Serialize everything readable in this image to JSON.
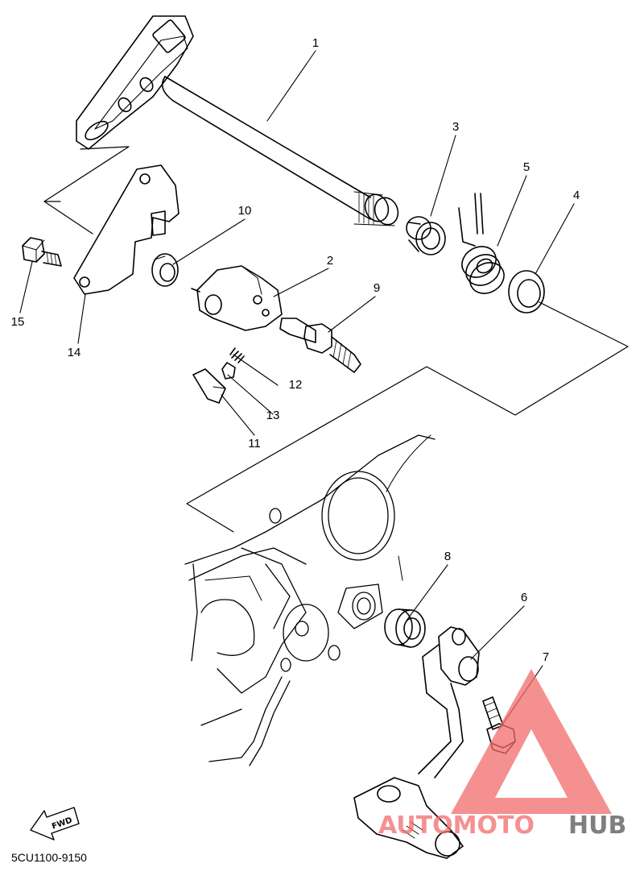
{
  "callouts": [
    {
      "id": "1",
      "label": "1"
    },
    {
      "id": "2",
      "label": "2"
    },
    {
      "id": "3",
      "label": "3"
    },
    {
      "id": "4",
      "label": "4"
    },
    {
      "id": "5",
      "label": "5"
    },
    {
      "id": "6",
      "label": "6"
    },
    {
      "id": "7",
      "label": "7"
    },
    {
      "id": "8",
      "label": "8"
    },
    {
      "id": "9",
      "label": "9"
    },
    {
      "id": "10",
      "label": "10"
    },
    {
      "id": "11",
      "label": "11"
    },
    {
      "id": "12",
      "label": "12"
    },
    {
      "id": "13",
      "label": "13"
    },
    {
      "id": "14",
      "label": "14"
    },
    {
      "id": "15",
      "label": "15"
    }
  ],
  "diagram_code": "5CU1100-9150",
  "fwd_arrow_label": "FWD",
  "watermark": {
    "part1": "AUTOMOTO",
    "part2": "HUB",
    "color_primary": "#f26b6b",
    "color_secondary": "#555555"
  }
}
